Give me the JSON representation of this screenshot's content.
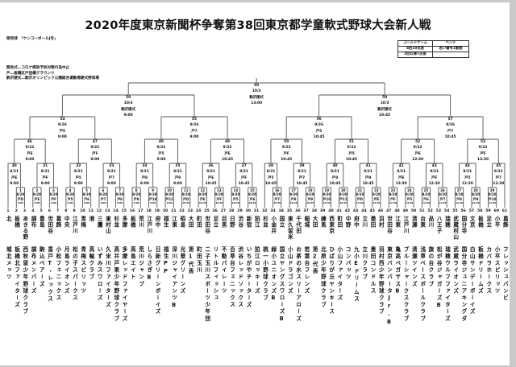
{
  "title": "2020年度東京新聞杯争奪第38回東京都学童軟式野球大会新人戦",
  "notes": {
    "ball": "使用球　「ケンコーボールJ号」",
    "opening": "開会式…コロナ感染予防対策の為中止",
    "venue_to": "戸…板橋区戸田橋グラウンド",
    "venue_koma": "駒沢硬式…駒沢オリンピック公園総合運動場硬式野球場"
  },
  "rules_table": {
    "header": [
      "コールドゲーム",
      "ベンチ"
    ],
    "rows": [
      [
        "4回10点差",
        "若い番号1塁側"
      ],
      [
        "5回以降7点差",
        ""
      ]
    ]
  },
  "teams": [
    {
      "no": "1",
      "district": "北",
      "name": "城北メッツ"
    },
    {
      "no": "2",
      "district": "板橋",
      "name": "板橋北ファイターズ"
    },
    {
      "no": "3",
      "district": "あきる野",
      "name": "西秋留少年野球クラブ"
    },
    {
      "no": "4",
      "district": "調布",
      "name": "調布メンバーズ"
    },
    {
      "no": "5",
      "district": "豊島",
      "name": "駒込ベアーズ"
    },
    {
      "no": "6",
      "district": "世田谷",
      "name": "喜戸T・レックス"
    },
    {
      "no": "7",
      "district": "葛飾",
      "name": "小松フェニックス"
    },
    {
      "no": "8",
      "district": "中央",
      "name": "月島ライオンズ"
    },
    {
      "no": "9",
      "district": "江戸川",
      "name": "松の子スパークス"
    },
    {
      "no": "10",
      "district": "青梅",
      "name": "青梅スピリッツ"
    },
    {
      "no": "11",
      "district": "港",
      "name": "高輪クラブ"
    },
    {
      "no": "12",
      "district": "三鷹",
      "name": "いずみスワローズ"
    },
    {
      "no": "13",
      "district": "東村山",
      "name": "久米川ファイターズ"
    },
    {
      "no": "14",
      "district": "杉並",
      "name": "高井戸東少年野球クラブ"
    },
    {
      "no": "15",
      "district": "多摩",
      "name": "多摩レッドファイヤーズ"
    },
    {
      "no": "16",
      "district": "板橋",
      "name": "高島エイト"
    },
    {
      "no": "17",
      "district": "荒川",
      "name": "荒川ジャンプ"
    },
    {
      "no": "18",
      "district": "江戸川",
      "name": "しらさぎB"
    },
    {
      "no": "19",
      "district": "府中",
      "name": "日新グリーンボーイズ"
    },
    {
      "no": "20",
      "district": "福生",
      "name": "福生PP"
    },
    {
      "no": "21",
      "district": "江東",
      "name": "深川ジャイアンツB"
    },
    {
      "no": "22",
      "district": "昭島",
      "name": "光華グリーンズ"
    },
    {
      "no": "23",
      "district": "大田",
      "name": "第1代表"
    },
    {
      "no": "24",
      "district": "町田",
      "name": "町田玉川"
    },
    {
      "no": "25",
      "district": "世田谷",
      "name": "二子玉川スポーツ少年団"
    },
    {
      "no": "26",
      "district": "足立",
      "name": "リトルフィッシュ"
    },
    {
      "no": "27",
      "district": "目黒",
      "name": "不動パイレーツ"
    },
    {
      "no": "28",
      "district": "日野",
      "name": "百草台フェニックス"
    },
    {
      "no": "29",
      "district": "渋谷",
      "name": "渋谷レッドソックス"
    },
    {
      "no": "30",
      "district": "新宿",
      "name": "いちがやチーターズ"
    },
    {
      "no": "31",
      "district": "狛江",
      "name": "狛江ロッキーズ"
    },
    {
      "no": "32",
      "district": "杉並",
      "name": "桃一小野球クラブ"
    },
    {
      "no": "33",
      "district": "小金井",
      "name": "緑小ユニオンズB"
    },
    {
      "no": "34",
      "district": "国立",
      "name": "国立ヤングスワローズB"
    },
    {
      "no": "35",
      "district": "東久留米",
      "name": "小山ドラゴンズ"
    },
    {
      "no": "36",
      "district": "千代田",
      "name": "お茶の水スリーアローズ"
    },
    {
      "no": "37",
      "district": "稲城",
      "name": "若葉台フレンズ"
    },
    {
      "no": "38",
      "district": "大田",
      "name": "第2代表"
    },
    {
      "no": "39",
      "district": "練馬",
      "name": "北原少年野球クラブ"
    },
    {
      "no": "40",
      "district": "西東京",
      "name": "ひばりが丘ヤンキース"
    },
    {
      "no": "41",
      "district": "町田",
      "name": "小山ファイターズ"
    },
    {
      "no": "42",
      "district": "中野",
      "name": "コンバッツ"
    },
    {
      "no": "43",
      "district": "府中",
      "name": "九小Eドリームス"
    },
    {
      "no": "44",
      "district": "立川",
      "name": "立川クラブ"
    },
    {
      "no": "45",
      "district": "墨田",
      "name": "墨田コンドルス"
    },
    {
      "no": "46",
      "district": "羽村",
      "name": "羽村西少年野球クラブ"
    },
    {
      "no": "47",
      "district": "世田谷",
      "name": "東京バンバータJr.B"
    },
    {
      "no": "48",
      "district": "江東",
      "name": "亀高ペガサスB"
    },
    {
      "no": "49",
      "district": "江戸川",
      "name": "ブルーシャークスクラブ"
    },
    {
      "no": "50",
      "district": "清瀬",
      "name": "清瀬ツインズ"
    },
    {
      "no": "51",
      "district": "台東",
      "name": "浅草ベースボールクラブ"
    },
    {
      "no": "52",
      "district": "品川",
      "name": "旗の台クラブ"
    },
    {
      "no": "53",
      "district": "八王子",
      "name": "松が谷ジャガーズB"
    },
    {
      "no": "54",
      "district": "瑞穂",
      "name": "瑞穂ウルフファイターズ"
    },
    {
      "no": "55",
      "district": "武蔵村山",
      "name": "武蔵ライオンズ"
    },
    {
      "no": "56",
      "district": "国分寺",
      "name": "国分寺ジュニアキングダ"
    },
    {
      "no": "57",
      "district": "文京",
      "name": "白山サンデーボーイズ"
    },
    {
      "no": "58",
      "district": "板橋",
      "name": "板橋ドリームズ"
    },
    {
      "no": "59",
      "district": "足立",
      "name": "カバラホークス"
    },
    {
      "no": "60",
      "district": "小平",
      "name": "小平スピリッツ"
    },
    {
      "no": "61",
      "district": "葛飾",
      "name": "フレッシュバンビ"
    }
  ],
  "matches": [
    {
      "id": "1",
      "date": "9/20",
      "field": "戸D",
      "time": "9:00",
      "children": [
        "t2",
        "t3"
      ]
    },
    {
      "id": "2",
      "date": "9/20",
      "field": "戸E",
      "time": "9:00",
      "children": [
        "t4",
        "t5"
      ]
    },
    {
      "id": "3",
      "date": "9/20",
      "field": "戸F",
      "time": "9:00",
      "children": [
        "t6",
        "t7"
      ]
    },
    {
      "id": "4",
      "date": "9/20",
      "field": "戸5",
      "time": "9:00",
      "children": [
        "t8",
        "t9"
      ]
    },
    {
      "id": "5",
      "date": "9/20",
      "field": "戸6",
      "time": "9:00",
      "children": [
        "t10",
        "t11"
      ]
    },
    {
      "id": "6",
      "date": "9/20",
      "field": "戸7",
      "time": "9:00",
      "children": [
        "t12",
        "t13"
      ]
    },
    {
      "id": "7",
      "date": "9/20",
      "field": "戸8",
      "time": "9:00",
      "children": [
        "t14",
        "t15"
      ]
    },
    {
      "id": "8",
      "date": "9/20",
      "field": "戸9",
      "time": "9:00",
      "children": [
        "t16",
        "t17"
      ]
    },
    {
      "id": "9",
      "date": "9/20",
      "field": "戸10",
      "time": "9:00",
      "children": [
        "t18",
        "t19"
      ]
    },
    {
      "id": "10",
      "date": "9/20",
      "field": "戸11",
      "time": "9:00",
      "children": [
        "t20",
        "t21"
      ]
    },
    {
      "id": "11",
      "date": "9/20",
      "field": "戸D",
      "time": "10:45",
      "children": [
        "t22",
        "t23"
      ]
    },
    {
      "id": "12",
      "date": "9/20",
      "field": "戸E",
      "time": "10:45",
      "children": [
        "t24",
        "t25"
      ]
    },
    {
      "id": "13",
      "date": "9/20",
      "field": "戸F",
      "time": "10:45",
      "children": [
        "t26",
        "t27"
      ]
    },
    {
      "id": "14",
      "date": "9/20",
      "field": "戸5",
      "time": "10:45",
      "children": [
        "t28",
        "t29"
      ]
    },
    {
      "id": "15",
      "date": "9/20",
      "field": "戸6",
      "time": "10:45",
      "children": [
        "t30",
        "t31"
      ]
    },
    {
      "id": "16",
      "date": "9/20",
      "field": "戸7",
      "time": "10:45",
      "children": [
        "t33",
        "t34"
      ]
    },
    {
      "id": "17",
      "date": "9/20",
      "field": "戸8",
      "time": "10:45",
      "children": [
        "t35",
        "t36"
      ]
    },
    {
      "id": "18",
      "date": "9/20",
      "field": "戸9",
      "time": "10:45",
      "children": [
        "t37",
        "t38"
      ]
    },
    {
      "id": "19",
      "date": "9/20",
      "field": "戸10",
      "time": "10:45",
      "children": [
        "t39",
        "t40"
      ]
    },
    {
      "id": "20",
      "date": "9/20",
      "field": "戸11",
      "time": "10:45",
      "children": [
        "t41",
        "t42"
      ]
    },
    {
      "id": "21",
      "date": "9/20",
      "field": "戸D",
      "time": "12:30",
      "children": [
        "t43",
        "t44"
      ]
    },
    {
      "id": "22",
      "date": "9/20",
      "field": "戸E",
      "time": "12:30",
      "children": [
        "t45",
        "t46"
      ]
    },
    {
      "id": "23",
      "date": "9/20",
      "field": "戸F",
      "time": "12:30",
      "children": [
        "t47",
        "t48"
      ]
    },
    {
      "id": "24",
      "date": "9/20",
      "field": "戸5",
      "time": "12:30",
      "children": [
        "t49",
        "t50"
      ]
    },
    {
      "id": "25",
      "date": "9/20",
      "field": "戸6",
      "time": "12:30",
      "children": [
        "t51",
        "t52"
      ]
    },
    {
      "id": "26",
      "date": "9/20",
      "field": "戸7",
      "time": "12:30",
      "children": [
        "t53",
        "t54"
      ]
    },
    {
      "id": "27",
      "date": "9/20",
      "field": "戸8",
      "time": "12:30",
      "children": [
        "t55",
        "t56"
      ]
    },
    {
      "id": "28",
      "date": "9/20",
      "field": "戸9",
      "time": "12:30",
      "children": [
        "t57",
        "t58"
      ]
    },
    {
      "id": "29",
      "date": "9/20",
      "field": "戸10",
      "time": "12:30",
      "children": [
        "t59",
        "t60"
      ]
    },
    {
      "id": "30",
      "date": "9/21",
      "field": "戸E",
      "time": "9:00",
      "children": [
        "t1",
        "m1"
      ]
    },
    {
      "id": "31",
      "date": "9/21",
      "field": "戸F",
      "time": "9:00",
      "children": [
        "m2",
        "m3"
      ]
    },
    {
      "id": "32",
      "date": "9/21",
      "field": "戸5",
      "time": "9:00",
      "children": [
        "m4",
        "m5"
      ]
    },
    {
      "id": "33",
      "date": "9/21",
      "field": "戸7",
      "time": "9:00",
      "children": [
        "m6",
        "m7"
      ]
    },
    {
      "id": "34",
      "date": "9/21",
      "field": "戸8",
      "time": "9:00",
      "children": [
        "m8",
        "m9"
      ]
    },
    {
      "id": "35",
      "date": "9/21",
      "field": "戸9",
      "time": "9:00",
      "children": [
        "m10",
        "m11"
      ]
    },
    {
      "id": "36",
      "date": "9/21",
      "field": "戸E",
      "time": "10:45",
      "children": [
        "m12",
        "m13"
      ]
    },
    {
      "id": "37",
      "date": "9/21",
      "field": "戸F",
      "time": "10:45",
      "children": [
        "m14",
        "m15"
      ]
    },
    {
      "id": "38",
      "date": "9/21",
      "field": "戸5",
      "time": "10:45",
      "children": [
        "t32",
        "m16"
      ]
    },
    {
      "id": "39",
      "date": "9/21",
      "field": "戸7",
      "time": "10:45",
      "children": [
        "m17",
        "m18"
      ]
    },
    {
      "id": "40",
      "date": "9/21",
      "field": "戸8",
      "time": "10:45",
      "children": [
        "m19",
        "m20"
      ]
    },
    {
      "id": "41",
      "date": "9/21",
      "field": "戸9",
      "time": "10:45",
      "children": [
        "m21",
        "m22"
      ]
    },
    {
      "id": "42",
      "date": "9/21",
      "field": "戸E",
      "time": "12:30",
      "children": [
        "m23",
        "m24"
      ]
    },
    {
      "id": "43",
      "date": "9/21",
      "field": "戸F",
      "time": "12:30",
      "children": [
        "m25",
        "m26"
      ]
    },
    {
      "id": "44",
      "date": "9/21",
      "field": "戸5",
      "time": "12:30",
      "children": [
        "m27",
        "m28"
      ]
    },
    {
      "id": "45",
      "date": "9/21",
      "field": "戸7",
      "time": "12:30",
      "children": [
        "m29",
        "t61"
      ]
    },
    {
      "id": "46",
      "date": "9/22",
      "field": "戸E",
      "time": "9:00",
      "children": [
        "m30",
        "m31"
      ]
    },
    {
      "id": "47",
      "date": "9/22",
      "field": "戸F",
      "time": "9:00",
      "children": [
        "m32",
        "m33"
      ]
    },
    {
      "id": "48",
      "date": "9/22",
      "field": "戸5",
      "time": "9:00",
      "children": [
        "m34",
        "m35"
      ]
    },
    {
      "id": "49",
      "date": "9/22",
      "field": "戸E",
      "time": "10:45",
      "children": [
        "m36",
        "m37"
      ]
    },
    {
      "id": "50",
      "date": "9/22",
      "field": "戸F",
      "time": "10:45",
      "children": [
        "m38",
        "m39"
      ]
    },
    {
      "id": "51",
      "date": "9/22",
      "field": "戸5",
      "time": "10:45",
      "children": [
        "m40",
        "m41"
      ]
    },
    {
      "id": "52",
      "date": "9/22",
      "field": "戸E",
      "time": "12:30",
      "children": [
        "m42",
        "m43"
      ]
    },
    {
      "id": "53",
      "date": "9/22",
      "field": "戸F",
      "time": "12:30",
      "children": [
        "m44",
        "m45"
      ]
    },
    {
      "id": "54",
      "date": "9/26",
      "field": "戸5",
      "time": "9:00",
      "children": [
        "m46",
        "m47"
      ]
    },
    {
      "id": "55",
      "date": "9/26",
      "field": "戸7",
      "time": "9:00",
      "children": [
        "m48",
        "m49"
      ]
    },
    {
      "id": "56",
      "date": "9/26",
      "field": "戸5",
      "time": "10:45",
      "children": [
        "m50",
        "m51"
      ]
    },
    {
      "id": "57",
      "date": "9/26",
      "field": "戸7",
      "time": "10:45",
      "children": [
        "m52",
        "m53"
      ]
    },
    {
      "id": "58",
      "date": "10/3",
      "field": "駒沢硬式",
      "time": "9:00",
      "children": [
        "m54",
        "m55"
      ]
    },
    {
      "id": "59",
      "date": "10/3",
      "field": "駒沢硬式",
      "time": "10:45",
      "children": [
        "m56",
        "m57"
      ]
    },
    {
      "id": "60",
      "date": "10/3",
      "field": "駒沢硬式",
      "time": "13:00",
      "children": [
        "m58",
        "m59"
      ]
    }
  ]
}
